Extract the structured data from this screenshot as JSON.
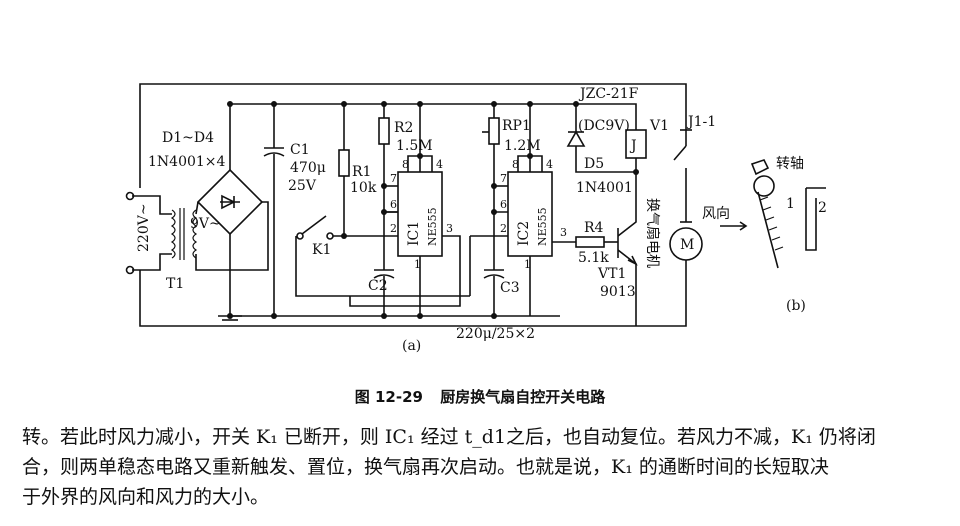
{
  "figure": {
    "part_a": {
      "sublabel": "(a)",
      "supply": "220V~",
      "transformer": "T1",
      "secondary": "9V~",
      "bridge": "D1~D4",
      "bridge_type": "1N4001×4",
      "c1": "C1",
      "c1_value": "470μ",
      "c1_voltage": "25V",
      "r1": "R1",
      "r1_value": "10k",
      "r2": "R2",
      "r2_value": "1.5M",
      "rp1": "RP1",
      "rp1_value": "1.2M",
      "k1": "K1",
      "ic1": "IC1",
      "ic2": "IC2",
      "ic_type": "NE555",
      "c2": "C2",
      "c3": "C3",
      "cap_note": "220μ/25×2",
      "relay_type": "JZC-21F",
      "relay_coil_v": "(DC9V)",
      "v1": "V1",
      "relay_symbol": "J",
      "d5": "D5",
      "d5_type": "1N4001",
      "r4": "R4",
      "r4_value": "5.1k",
      "vt1": "VT1",
      "vt1_type": "9013",
      "contact": "J1-1",
      "motor": "M",
      "fan_label": "换气扇电机",
      "pins": {
        "p8": "8",
        "p4": "4",
        "p7": "7",
        "p6": "6",
        "p2": "2",
        "p1": "1",
        "p3": "3"
      }
    },
    "part_b": {
      "sublabel": "(b)",
      "axis_label": "转轴",
      "wind_label": "风向",
      "n1": "1",
      "n2": "2"
    }
  },
  "caption": {
    "number": "图 12-29",
    "title": "厨房换气扇自控开关电路"
  },
  "body_text": {
    "line1": "转。若此时风力减小，开关 K₁ 已断开，则 IC₁ 经过 t_d1之后，也自动复位。若风力不减，K₁ 仍将闭",
    "line2": "合，则两单稳态电路又重新触发、置位，换气扇再次启动。也就是说，K₁ 的通断时间的长短取决",
    "line3": "于外界的风向和风力的大小。"
  }
}
